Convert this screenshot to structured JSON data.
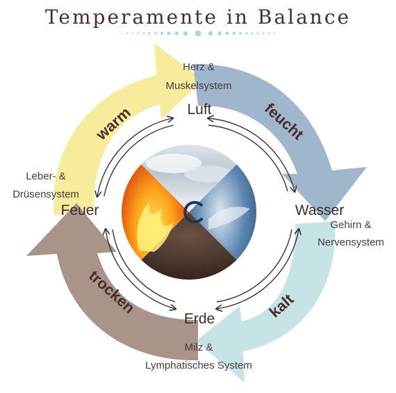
{
  "title": "Temperamente in Balance",
  "elements": {
    "luft": "Luft",
    "wasser": "Wasser",
    "erde": "Erde",
    "feuer": "Feuer"
  },
  "organs": {
    "top_line1": "Herz &",
    "top_line2": "Muskelsystem",
    "left_line1": "Leber- &",
    "left_line2": "Drüsensystem",
    "right_line1": "Gehirn &",
    "right_line2": "Nervensystem",
    "bottom_line1": "Milz &",
    "bottom_line2": "Lymphatisches System"
  },
  "qualities": {
    "warm": "warm",
    "feucht": "feucht",
    "kalt": "kalt",
    "trocken": "trocken"
  },
  "colors": {
    "title": "#4a2c2a",
    "warm_arrow": "#f7ec9c",
    "feucht_arrow": "#9fb6cd",
    "kalt_arrow": "#c6e3e6",
    "trocken_arrow": "#a89489",
    "dots": "#a8d8e2"
  }
}
